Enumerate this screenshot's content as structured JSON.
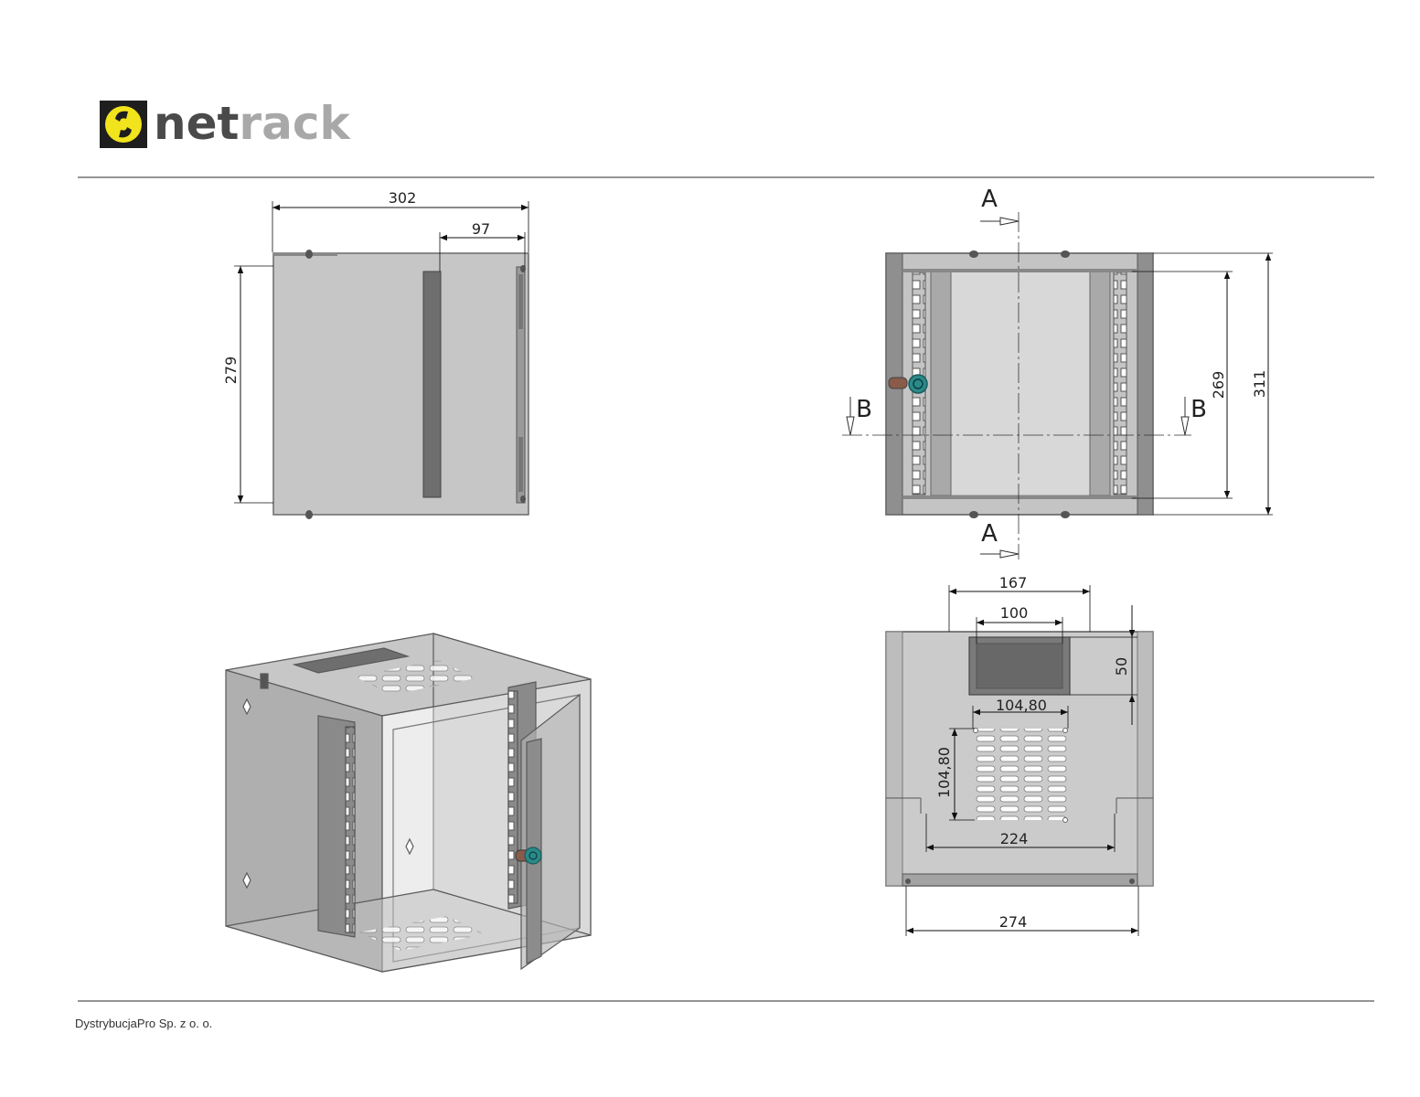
{
  "brand": {
    "name_prefix": "net",
    "name_suffix": "rack",
    "colors": {
      "prefix": "#4a4a4a",
      "suffix": "#a8a8a8",
      "icon_bg": "#1e1e1e",
      "icon_fg": "#f1e41c"
    }
  },
  "footer": {
    "company": "DystrybucjaPro Sp. z o. o."
  },
  "side_view": {
    "width": "302",
    "handle_offset": "97",
    "height": "279"
  },
  "front_view": {
    "section_a_top": "A",
    "section_a_bottom": "A",
    "section_b_left": "B",
    "section_b_right": "B",
    "inner_height": "269",
    "outer_height": "311"
  },
  "top_view": {
    "cutout_outer": "167",
    "cutout_inner": "100",
    "cutout_height": "50",
    "vent_width": "104,80",
    "vent_height": "104,80",
    "mount_spacing": "224",
    "base_width": "274"
  },
  "colors": {
    "panel": "#c8c8c8",
    "frame": "#8a8a8a",
    "dark": "#555555",
    "lock": "#2a8a8a"
  }
}
